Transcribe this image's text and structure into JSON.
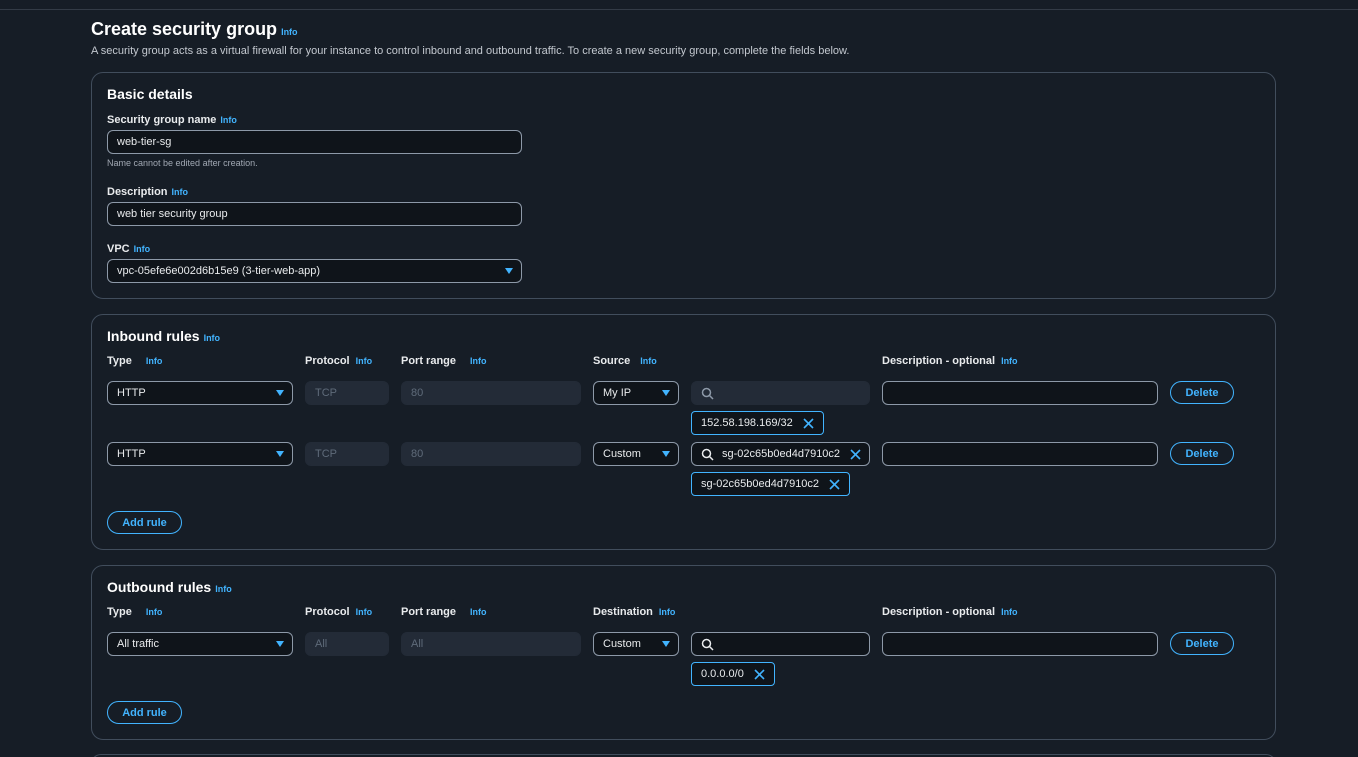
{
  "header": {
    "title": "Create security group",
    "info": "Info",
    "description": "A security group acts as a virtual firewall for your instance to control inbound and outbound traffic. To create a new security group, complete the fields below."
  },
  "basic": {
    "title": "Basic details",
    "name_label": "Security group name",
    "name_value": "web-tier-sg",
    "name_hint": "Name cannot be edited after creation.",
    "desc_label": "Description",
    "desc_value": "web tier security group",
    "vpc_label": "VPC",
    "vpc_value": "vpc-05efe6e002d6b15e9 (3-tier-web-app)"
  },
  "inbound": {
    "title": "Inbound rules",
    "col_type": "Type",
    "col_protocol": "Protocol",
    "col_port": "Port range",
    "col_source": "Source",
    "col_desc": "Description - optional",
    "rules": [
      {
        "type": "HTTP",
        "protocol": "TCP",
        "port": "80",
        "source": "My IP",
        "search": "",
        "token": "152.58.198.169/32",
        "delete": "Delete"
      },
      {
        "type": "HTTP",
        "protocol": "TCP",
        "port": "80",
        "source": "Custom",
        "search": "sg-02c65b0ed4d7910c2",
        "token": "sg-02c65b0ed4d7910c2",
        "delete": "Delete"
      }
    ],
    "add_rule": "Add rule"
  },
  "outbound": {
    "title": "Outbound rules",
    "col_type": "Type",
    "col_protocol": "Protocol",
    "col_port": "Port range",
    "col_dest": "Destination",
    "col_desc": "Description - optional",
    "rules": [
      {
        "type": "All traffic",
        "protocol": "All",
        "port": "All",
        "dest": "Custom",
        "search": "",
        "token": "0.0.0.0/0",
        "delete": "Delete"
      }
    ],
    "add_rule": "Add rule"
  },
  "colors": {
    "background": "#161d26",
    "accent": "#42b4ff",
    "border": "#414d5c"
  }
}
